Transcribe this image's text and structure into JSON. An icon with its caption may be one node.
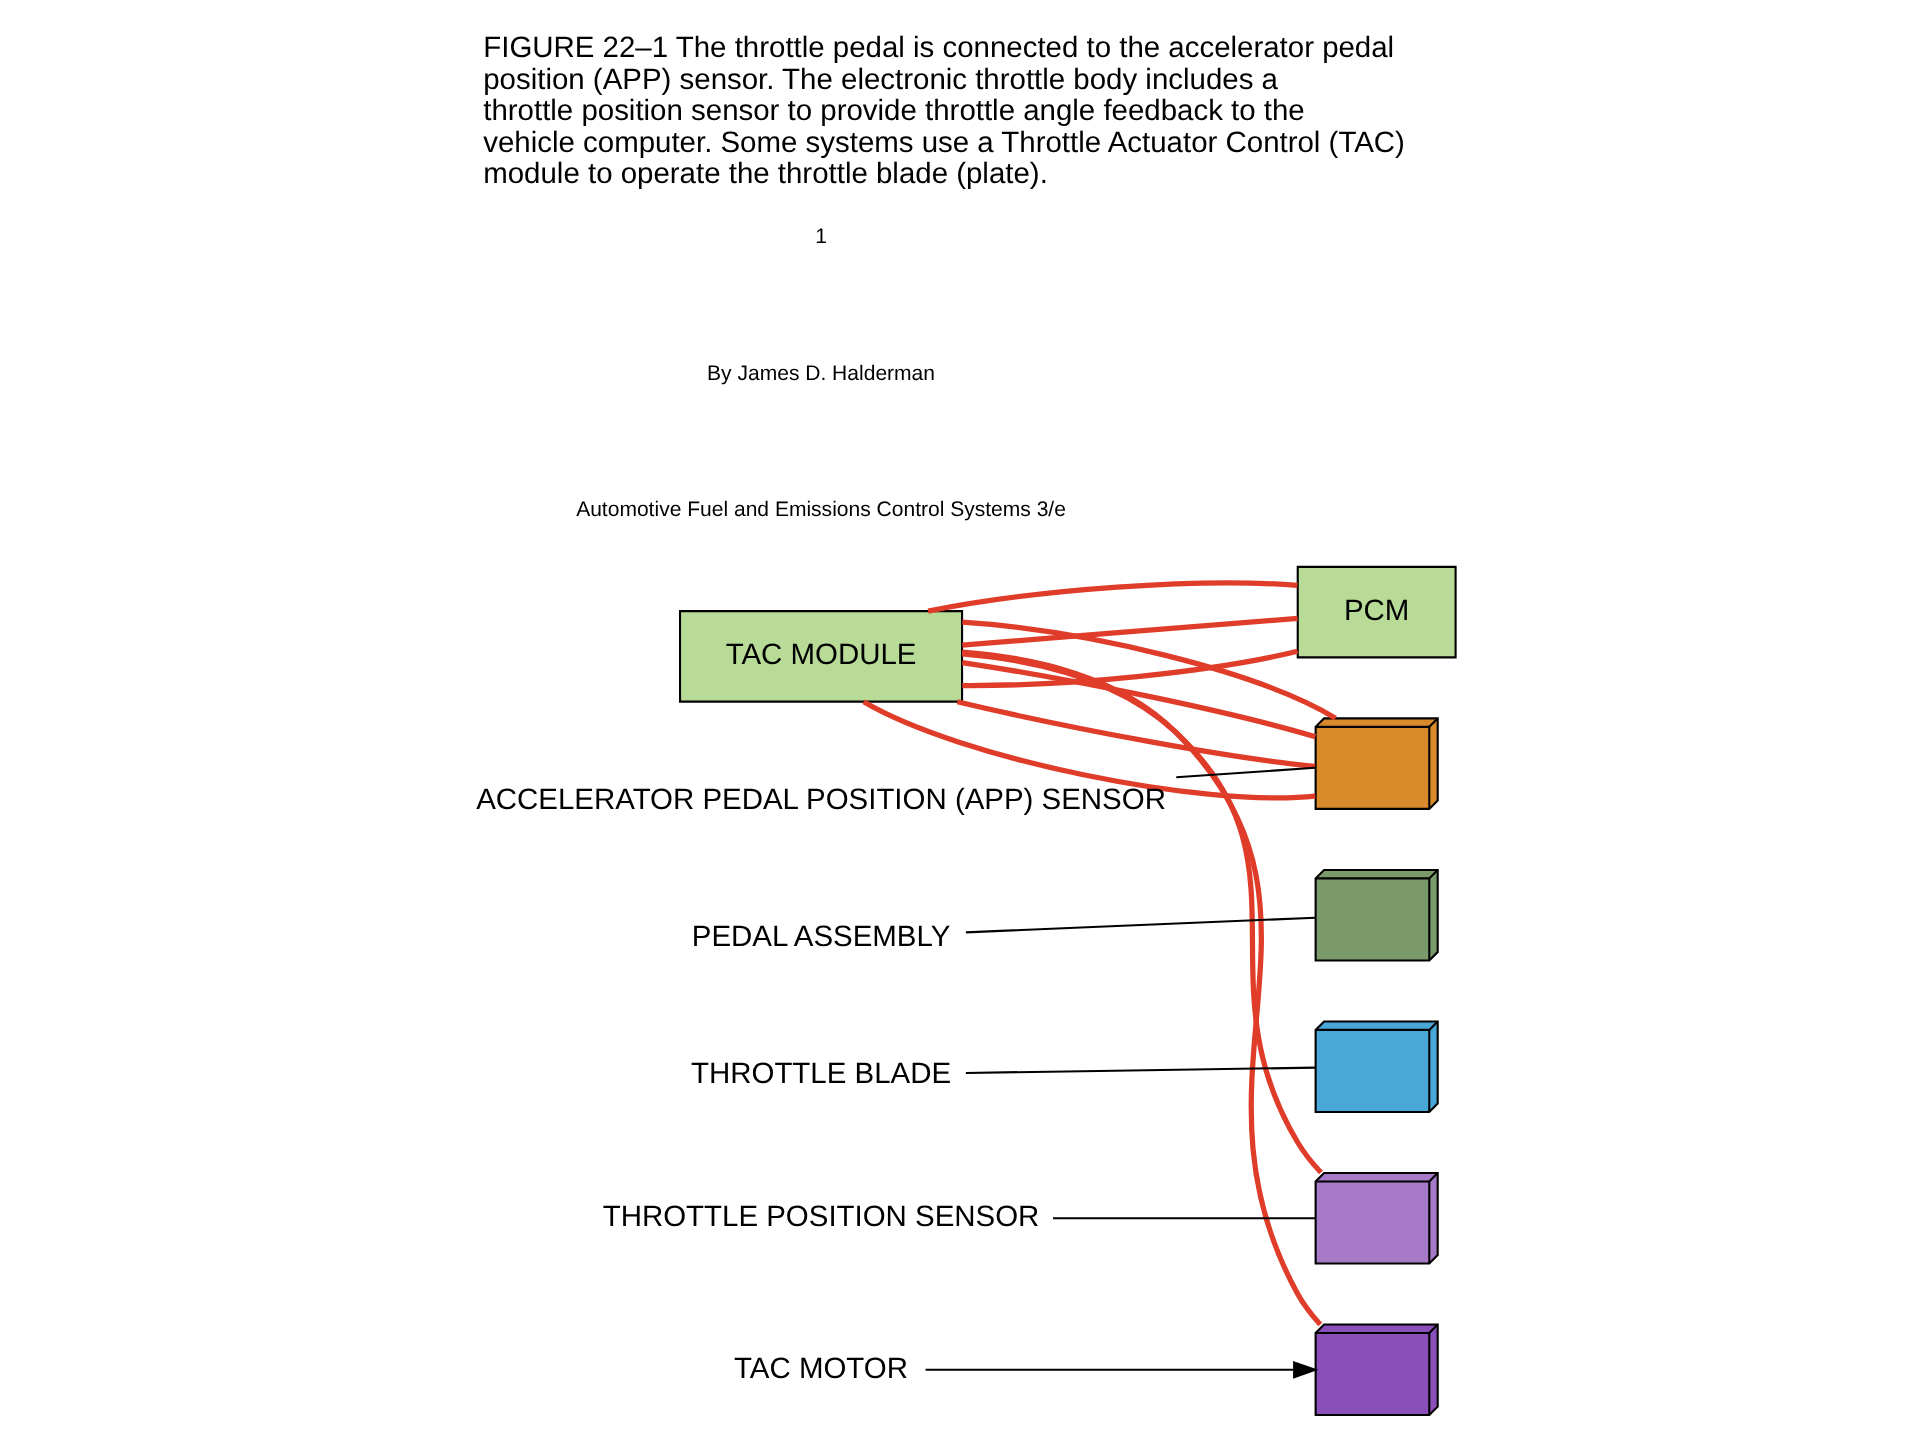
{
  "diagram": {
    "caption": "FIGURE 22–1 The throttle pedal is connected to the accelerator pedal position (APP) sensor. The electronic throttle body includes a throttle position sensor to provide throttle angle feedback to the vehicle computer. Some systems use a Throttle Actuator Control (TAC) module to operate the throttle blade (plate).",
    "nodes": [
      {
        "text": [
          "TAC MODULE"
        ]
      },
      {
        "text": [
          "PCM"
        ]
      },
      {
        "text": [
          "ACCELERATOR PEDAL POSITION (APP) SENSOR"
        ]
      },
      {
        "text": [],
        "shape": "picture"
      },
      {
        "text": [
          "PEDAL ASSEMBLY"
        ]
      },
      {
        "text": [],
        "shape": "picture"
      },
      {
        "text": [
          "THROTTLE BLADE"
        ]
      },
      {
        "text": [],
        "shape": "picture"
      },
      {
        "text": [
          "THROTTLE POSITION SENSOR"
        ]
      },
      {
        "text": [],
        "shape": "picture"
      },
      {
        "text": [
          "TAC MOTOR"
        ]
      },
      {
        "text": [],
        "shape": "picture"
      }
    ],
    "edges": [
      {
        "from": 0,
        "to": 1,
        "arrow": "none"
      },
      {
        "from": 0,
        "to": 1,
        "arrow": "none"
      },
      {
        "from": 0,
        "to": 1,
        "arrow": "none"
      },
      {
        "from": 0,
        "to": 3,
        "arrow": "none"
      },
      {
        "from": 0,
        "to": 3,
        "arrow": "none"
      },
      {
        "from": 0,
        "to": 3,
        "arrow": "none"
      },
      {
        "from": 0,
        "to": 3,
        "arrow": "none"
      },
      {
        "from": 0,
        "to": 9,
        "arrow": "none"
      },
      {
        "from": 0,
        "to": 11,
        "arrow": "none"
      },
      {
        "from": 2,
        "to": 3,
        "arrow": "none",
        "color": "#000000"
      },
      {
        "from": 4,
        "to": 5,
        "arrow": "none",
        "color": "#000000"
      },
      {
        "from": 6,
        "to": 7,
        "arrow": "none",
        "color": "#000000"
      },
      {
        "from": 8,
        "to": 9,
        "arrow": "none",
        "color": "#000000"
      },
      {
        "from": 10,
        "to": 11,
        "arrow": "to",
        "color": "#000000"
      }
    ],
    "labels": [
      "Automotive Fuel and Emissions Control Systems 3/e",
      "By James D. Halderman",
      "1"
    ]
  }
}
